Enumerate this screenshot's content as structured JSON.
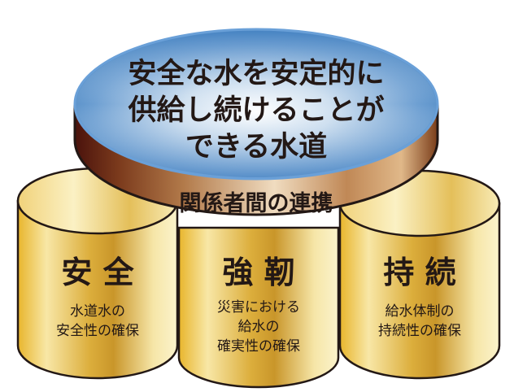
{
  "diagram": {
    "type": "pillars-supporting-disc",
    "top_disc": {
      "title_lines": [
        "安全な水を安定的に",
        "供給し続けることが",
        "できる水道"
      ],
      "band_label": "関係者間の連携",
      "colors": {
        "face_top": "#3f7fbf",
        "face_mid": "#8fb6dd",
        "face_edge": "#6aa0d8",
        "band_dark": "#5a1f12",
        "band_light": "#e6c9a3"
      }
    },
    "pillars": [
      {
        "title": "安 全",
        "subtitle_lines": [
          "水道水の",
          "安全性の確保"
        ]
      },
      {
        "title": "強 靭",
        "subtitle_lines": [
          "災害における",
          "給水の",
          "確実性の確保"
        ]
      },
      {
        "title": "持 続",
        "subtitle_lines": [
          "給水体制の",
          "持続性の確保"
        ]
      }
    ],
    "pillar_colors": {
      "gold_dark": "#d9a520",
      "gold_light": "#fbf2c0",
      "outline": "#231815"
    }
  }
}
